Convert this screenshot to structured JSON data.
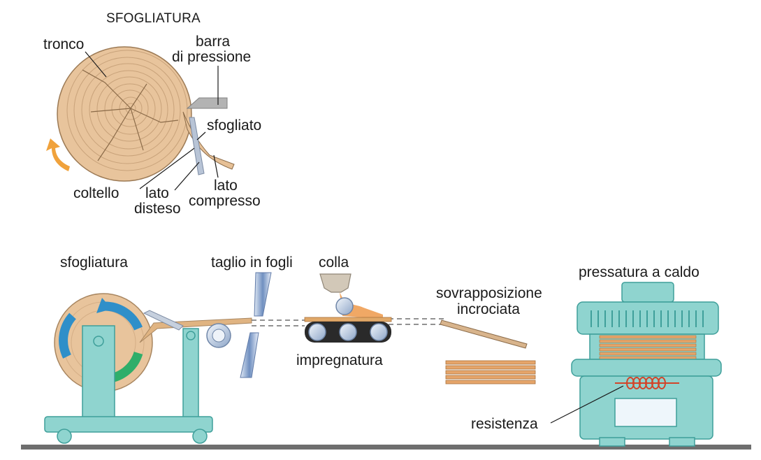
{
  "top_diagram": {
    "title": "SFOGLIATURA",
    "labels": {
      "tronco": "tronco",
      "barra_line1": "barra",
      "barra_line2": "di pressione",
      "sfogliato": "sfogliato",
      "coltello": "coltello",
      "lato_disteso_line1": "lato",
      "lato_disteso_line2": "disteso",
      "lato_compresso_line1": "lato",
      "lato_compresso_line2": "compresso"
    }
  },
  "process": {
    "sfogliatura": "sfogliatura",
    "taglio": "taglio in fogli",
    "colla": "colla",
    "impregnatura": "impregnatura",
    "sovrapposizione_line1": "sovrapposizione",
    "sovrapposizione_line2": "incrociata",
    "pressatura": "pressatura a caldo",
    "resistenza": "resistenza"
  },
  "colors": {
    "wood": "#e8c49c",
    "wood_ring": "#c8a27a",
    "machine": "#8fd4cf",
    "machine_dark": "#3f9f9a",
    "sheet": "#d89a5a",
    "floor": "#6e6e6e",
    "blue_arrow": "#2f8fc9",
    "green_arrow": "#2fae6a",
    "orange_arrow": "#f0a23c",
    "coil": "#d2452a"
  }
}
